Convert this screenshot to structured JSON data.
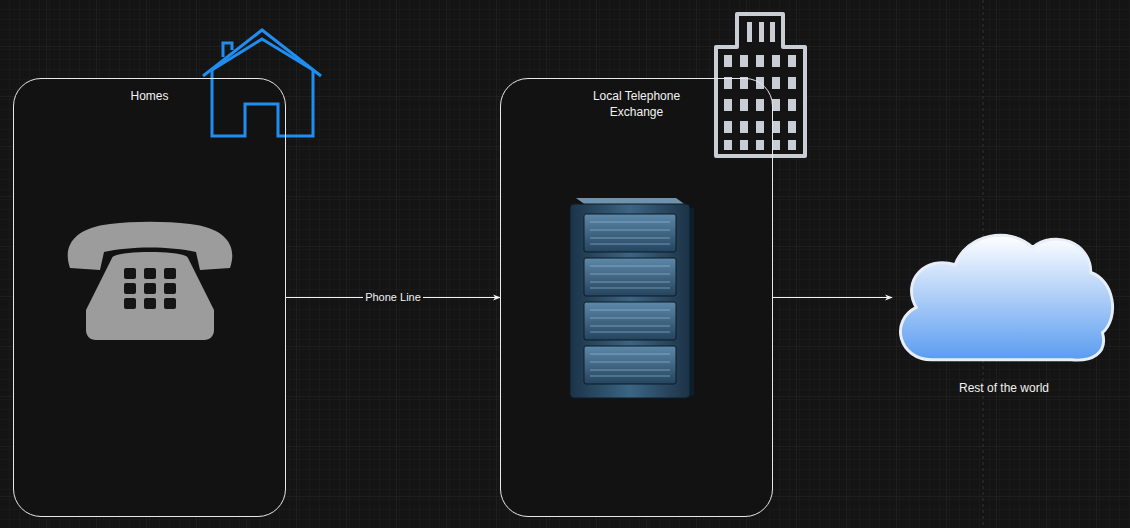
{
  "diagram": {
    "nodes": [
      {
        "text": [
          "Homes"
        ]
      },
      {
        "text": [
          "Local Telephone Exchange"
        ]
      },
      {
        "text": [
          "Rest of the world"
        ]
      }
    ],
    "edges": [
      {
        "from": 0,
        "to": 1,
        "label": "Phone Line",
        "arrow": "to"
      },
      {
        "from": 1,
        "to": 2,
        "arrow": "to"
      }
    ]
  }
}
